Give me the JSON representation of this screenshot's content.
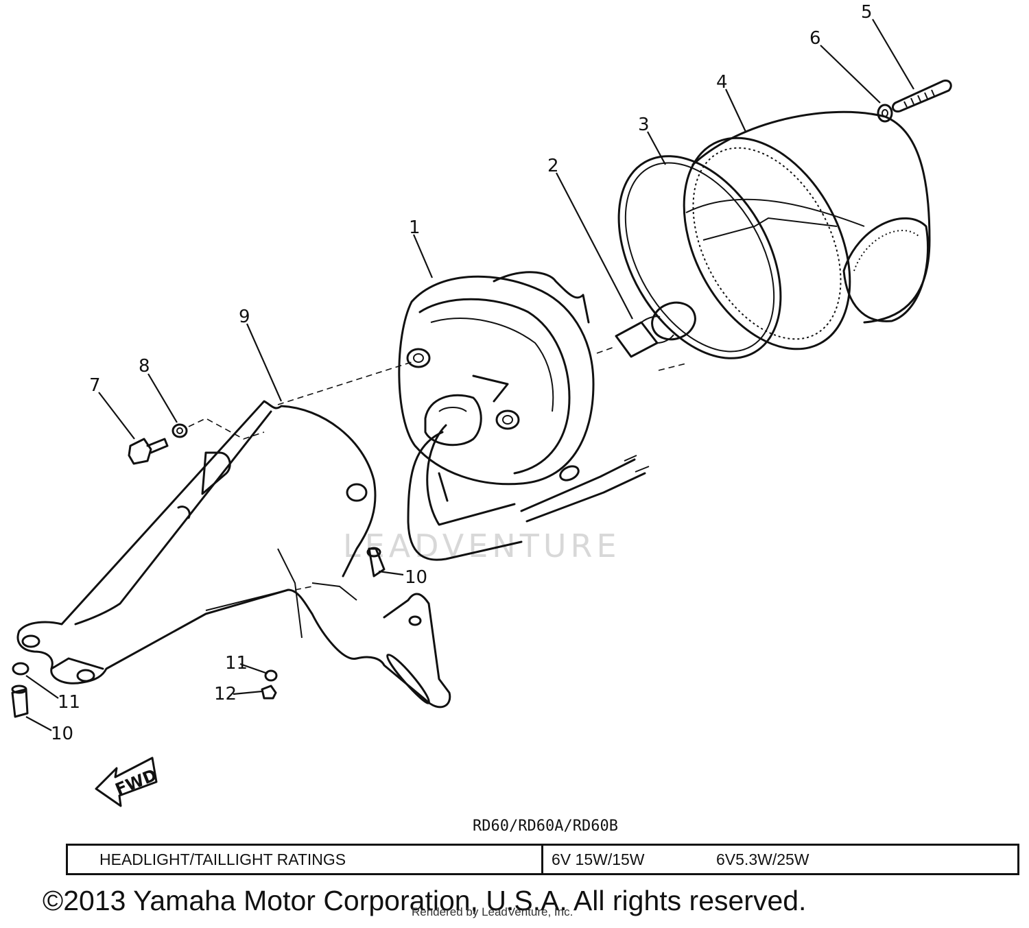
{
  "diagram": {
    "callouts": {
      "c1": "1",
      "c2": "2",
      "c3": "3",
      "c4": "4",
      "c5": "5",
      "c6": "6",
      "c7": "7",
      "c8": "8",
      "c9": "9",
      "c10a": "10",
      "c10b": "10",
      "c11a": "11",
      "c11b": "11",
      "c12": "12"
    },
    "fwd_label": "FWD",
    "watermark": "LEADVENTURE"
  },
  "footer": {
    "model": "RD60/RD60A/RD60B",
    "ratings_label": "HEADLIGHT/TAILLIGHT RATINGS",
    "rating_1": "6V 15W/15W",
    "rating_2": "6V5.3W/25W",
    "copyright": "©2013 Yamaha Motor Corporation, U.S.A. All rights reserved.",
    "rendered_by": "Rendered by LeadVenture, Inc."
  }
}
